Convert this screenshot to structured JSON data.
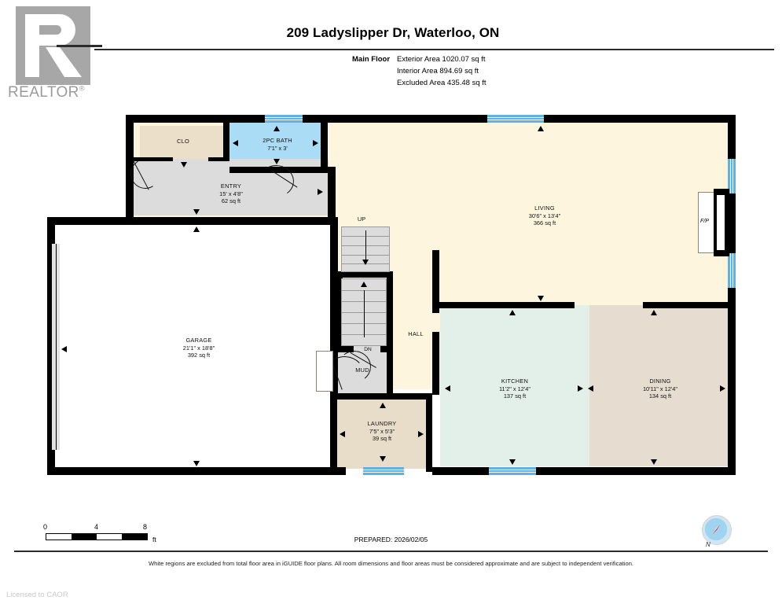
{
  "brand": {
    "logo_text": "REALTOR",
    "logo_mark": "realtor-R"
  },
  "header": {
    "title": "209 Ladyslipper Dr, Waterloo, ON",
    "floor_label": "Main Floor",
    "areas": [
      "Exterior Area 1020.07 sq ft",
      "Interior Area 894.69 sq ft",
      "Excluded Area 435.48 sq ft"
    ]
  },
  "rooms": [
    {
      "name": "CLO",
      "dims": "",
      "area": ""
    },
    {
      "name": "2PC BATH",
      "dims": "7'1\" x 3'",
      "area": ""
    },
    {
      "name": "ENTRY",
      "dims": "15' x 4'8\"",
      "area": "62 sq ft"
    },
    {
      "name": "LIVING",
      "dims": "30'6\" x 13'4\"",
      "area": "366 sq ft"
    },
    {
      "name": "GARAGE",
      "dims": "21'1\" x 18'8\"",
      "area": "392 sq ft"
    },
    {
      "name": "KITCHEN",
      "dims": "11'2\" x 12'4\"",
      "area": "137 sq ft"
    },
    {
      "name": "DINING",
      "dims": "10'11\" x 12'4\"",
      "area": "134 sq ft"
    },
    {
      "name": "LAUNDRY",
      "dims": "7'5\" x 5'3\"",
      "area": "39 sq ft"
    },
    {
      "name": "HALL",
      "dims": "",
      "area": ""
    },
    {
      "name": "MUD",
      "dims": "",
      "area": ""
    }
  ],
  "markers": {
    "up": "UP",
    "down": "DN",
    "fireplace": "F/P"
  },
  "scale": {
    "ticks": [
      "0",
      "4",
      "8"
    ],
    "unit": "ft"
  },
  "footer": {
    "prepared": "PREPARED: 2026/02/05",
    "disclaimer": "White regions are excluded from total floor area in iGUIDE floor plans. All room dimensions and floor areas must be considered approximate and are subject to independent verification.",
    "licensed": "Licensed to CAOR"
  },
  "compass": {
    "label": "N"
  },
  "colors": {
    "living": "#fdf5dd",
    "kitchen": "#e3f0ea",
    "dining": "#e6dccf",
    "bath": "#aadcf5",
    "closet": "#ecdfc9",
    "laundry": "#e8ddc9",
    "entry": "#dcdcdc",
    "wall": "#000000",
    "window": "#5eb3e4"
  }
}
